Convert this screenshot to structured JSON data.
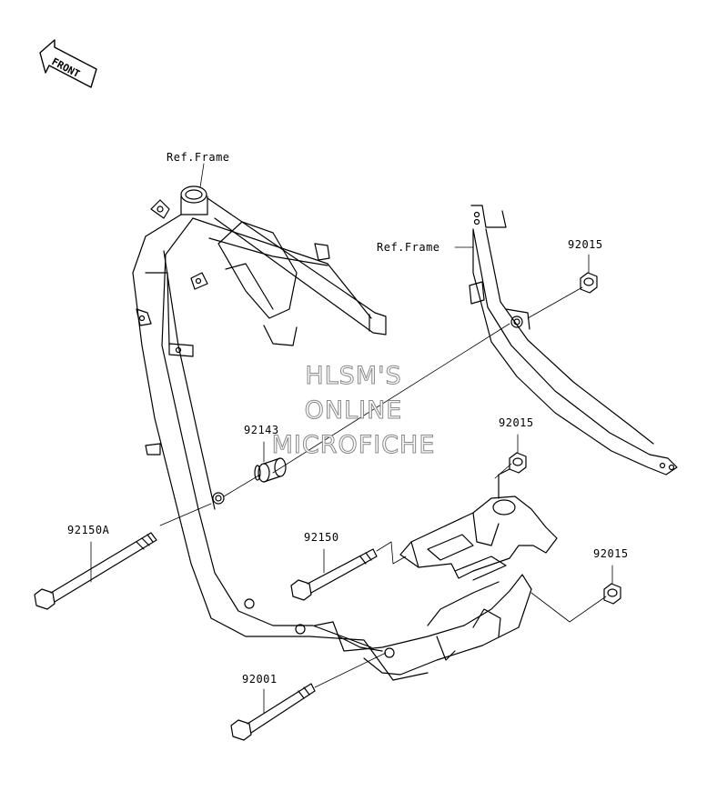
{
  "diagram": {
    "front_arrow": "FRONT",
    "labels": {
      "ref_frame_top": "Ref.Frame",
      "ref_frame_right": "Ref.Frame",
      "p92015_a": "92015",
      "p92015_b": "92015",
      "p92015_c": "92015",
      "p92143": "92143",
      "p92150a": "92150A",
      "p92150": "92150",
      "p92001": "92001"
    },
    "watermark": [
      "HLSM'S",
      "ONLINE",
      "MICROFICHE"
    ],
    "colors": {
      "line": "#000000",
      "watermark_outline": "#888888",
      "background": "#ffffff"
    }
  }
}
